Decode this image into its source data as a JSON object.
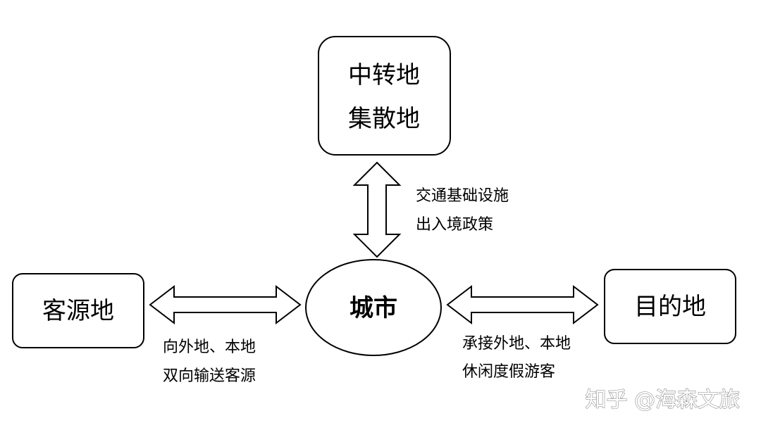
{
  "nodes": {
    "hub": {
      "line1": "中转地",
      "line2": "集散地"
    },
    "center": {
      "label": "城市"
    },
    "source": {
      "label": "客源地"
    },
    "destination": {
      "label": "目的地"
    }
  },
  "arrows": {
    "vertical": {
      "line1": "交通基础设施",
      "line2": "出入境政策"
    },
    "left": {
      "line1": "向外地、本地",
      "line2": "双向输送客源"
    },
    "right": {
      "line1": "承接外地、本地",
      "line2": "休闲度假游客"
    }
  },
  "watermark": {
    "text": "知乎 @海森文旅"
  },
  "colors": {
    "stroke": "#000000",
    "fill": "#ffffff",
    "watermark": "#9a9a9a"
  }
}
